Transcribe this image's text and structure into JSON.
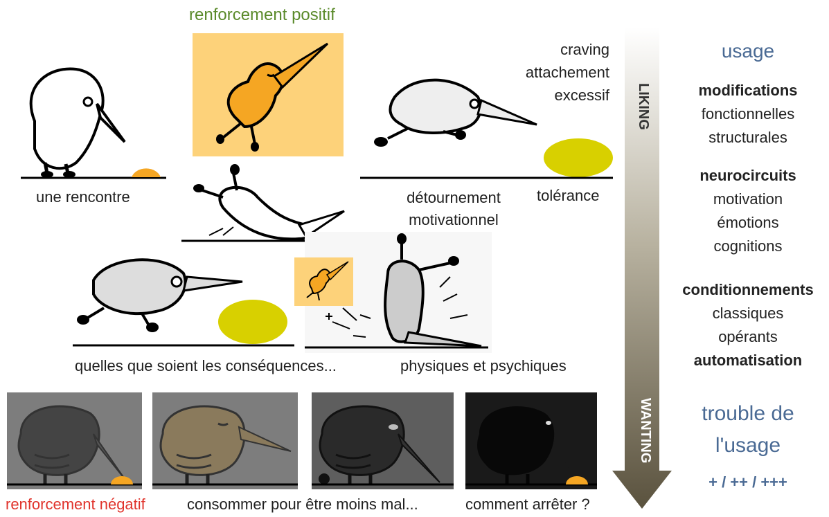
{
  "top_label": "renforcement positif",
  "captions": {
    "rencontre": "une rencontre",
    "detournement_1": "détournement",
    "detournement_2": "motivationnel",
    "tolerance": "tolérance",
    "craving": [
      "craving",
      "attachement",
      "excessif"
    ],
    "consequences": "quelles que soient les conséquences...",
    "physiques": "physiques et psychiques",
    "renf_negatif": "renforcement négatif",
    "consommer": "consommer pour être moins mal...",
    "arreter": "comment arrêter ?"
  },
  "arrow": {
    "top_label": "LIKING",
    "bottom_label": "WANTING"
  },
  "sidebar": {
    "usage": "usage",
    "modifications": "modifications",
    "fonctionnelles": "fonctionnelles",
    "structurales": "structurales",
    "neurocircuits": "neurocircuits",
    "motivation": "motivation",
    "emotions": "émotions",
    "cognitions": "cognitions",
    "conditionnements": "conditionnements",
    "classiques": "classiques",
    "operants": "opérants",
    "automatisation": "automatisation",
    "trouble_1": "trouble de",
    "trouble_2": "l'usage",
    "levels": "+ / ++ / +++"
  },
  "colors": {
    "positive": "#5a8a2a",
    "negative": "#e0332b",
    "accent_blue": "#4a6a94",
    "orange": "#f5a623",
    "yellow": "#d8d000"
  }
}
